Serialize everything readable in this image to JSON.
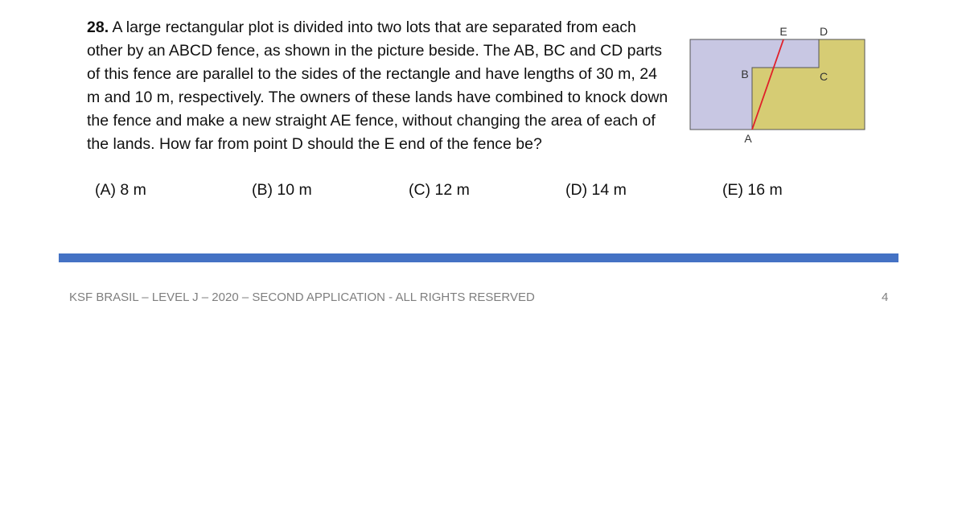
{
  "question": {
    "number": "28.",
    "text": "A large rectangular plot is divided into two lots that are separated from each other by an ABCD fence, as shown in the picture beside. The AB, BC and CD parts of this fence are parallel to the sides of the rectangle and have lengths of 30 m, 24 m and 10 m, respectively. The owners of these lands have combined to knock down the fence and make a new straight AE fence, without changing the area of each of the lands. How far from point D should the E end of the fence be?"
  },
  "figure": {
    "labels": {
      "A": "A",
      "B": "B",
      "C": "C",
      "D": "D",
      "E": "E"
    },
    "colors": {
      "left_lot": "#c8c7e3",
      "right_lot": "#d6cc74",
      "new_fence": "#e0202a"
    }
  },
  "options": [
    "(A) 8 m",
    "(B) 10 m",
    "(C) 12 m",
    "(D) 14 m",
    "(E) 16 m"
  ],
  "footer": {
    "left": "KSF BRASIL – LEVEL J – 2020 – SECOND APPLICATION - ALL RIGHTS RESERVED",
    "page": "4"
  }
}
